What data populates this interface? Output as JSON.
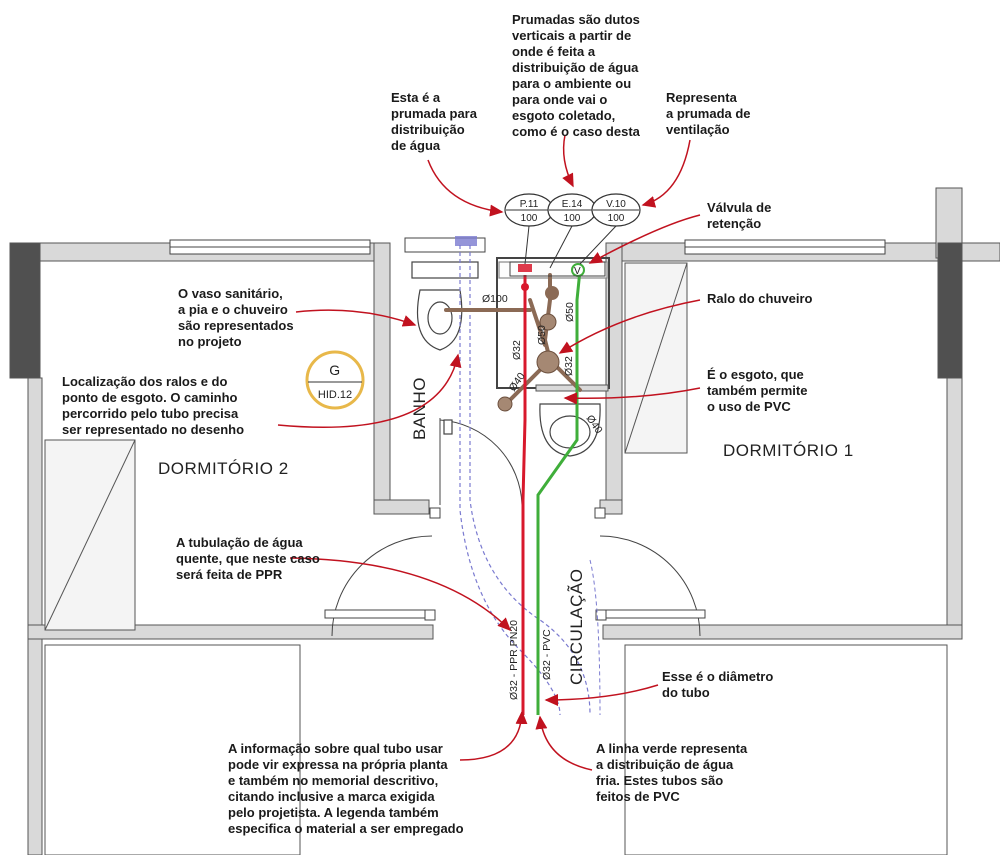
{
  "colors": {
    "hot_water": "#d8182c",
    "cold_water": "#3fae3a",
    "sewage": "#8b6a55",
    "vent": "#7b7bd0",
    "annotation_arrow": "#c1121f",
    "wall": "#d9d9d9",
    "wall_dark": "#505050"
  },
  "rooms": {
    "dormitorio1": "DORMITÓRIO 1",
    "dormitorio2": "DORMITÓRIO 2",
    "banho": "BANHO",
    "circulacao": "CIRCULAÇÃO"
  },
  "riser_tags": [
    {
      "code": "P.11",
      "num": "100"
    },
    {
      "code": "E.14",
      "num": "100"
    },
    {
      "code": "V.10",
      "num": "100"
    }
  ],
  "drain_tag": {
    "code": "G",
    "num": "HID.12"
  },
  "diameters": {
    "d100": "Ø100",
    "d50a": "Ø50",
    "d50b": "Ø50",
    "d32a": "Ø32",
    "d32b": "Ø32",
    "d40a": "Ø40",
    "d40b": "Ø40"
  },
  "pipe_labels": {
    "hot": "Ø32 - PPR PN20",
    "cold": "Ø32 - PVC"
  },
  "annotations": {
    "prumadas": [
      "Prumadas são dutos",
      "verticais a partir de",
      "onde é feita a",
      "distribuição de água",
      "para o ambiente ou",
      "para onde vai o",
      "esgoto coletado,",
      "como é o caso desta"
    ],
    "agua": [
      "Esta é a",
      "prumada para",
      "distribuição",
      "de água"
    ],
    "ventilacao": [
      "Representa",
      "a prumada de",
      "ventilação"
    ],
    "valvula": [
      "Válvula de",
      "retenção"
    ],
    "ralo": [
      "Ralo do chuveiro"
    ],
    "vaso": [
      "O vaso sanitário,",
      "a pia e o chuveiro",
      "são representados",
      "no projeto"
    ],
    "localizacao": [
      "Localização dos ralos e do",
      "ponto de esgoto. O caminho",
      "percorrido pelo tubo precisa",
      "ser representado no desenho"
    ],
    "esgoto": [
      "É o esgoto, que",
      "também permite",
      "o uso de PVC"
    ],
    "quente": [
      "A tubulação de água",
      "quente, que neste caso",
      "será feita de PPR"
    ],
    "diametro": [
      "Esse é o diâmetro",
      "do tubo"
    ],
    "info": [
      "A informação sobre qual tubo usar",
      "pode vir expressa na própria planta",
      "e também no memorial descritivo,",
      "citando inclusive a marca exigida",
      "pelo projetista. A legenda também",
      "especifica o material a ser empregado"
    ],
    "verde": [
      "A linha verde representa",
      "a distribuição de água",
      "fria. Estes tubos são",
      "feitos de PVC"
    ]
  }
}
